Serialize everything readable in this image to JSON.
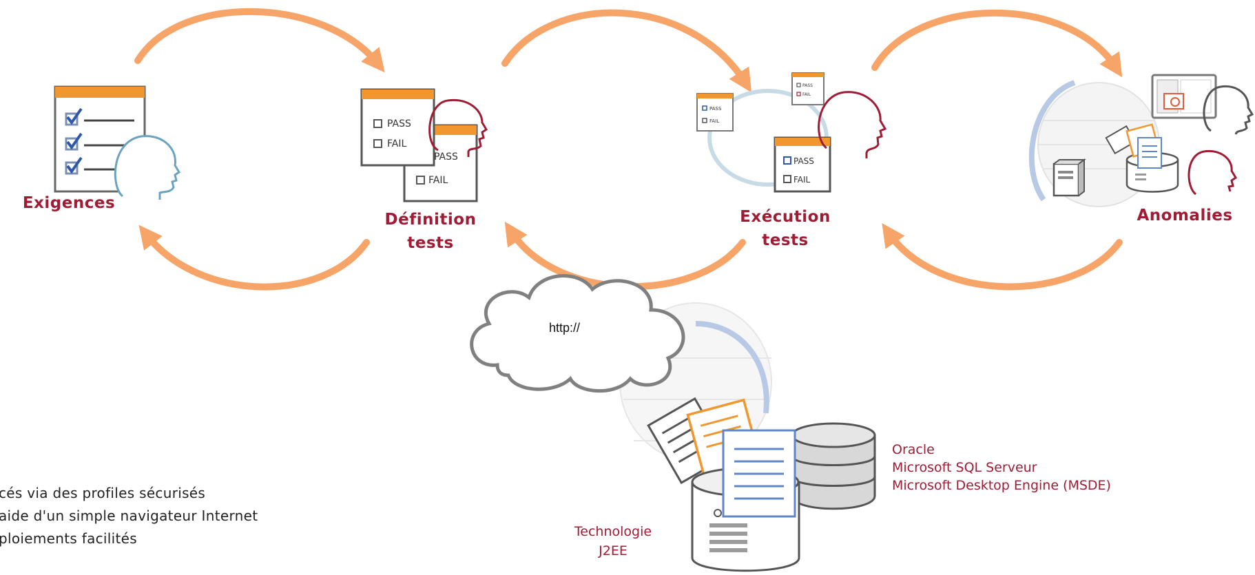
{
  "stages": [
    {
      "id": "exigences",
      "label": "Exigences"
    },
    {
      "id": "definition",
      "line1": "Définition",
      "line2": "tests"
    },
    {
      "id": "execution",
      "line1": "Exécution",
      "line2": "tests"
    },
    {
      "id": "anomalies",
      "label": "Anomalies"
    }
  ],
  "cards": {
    "pass": "PASS",
    "fail": "FAIL"
  },
  "cloud_text": "http://",
  "databases": [
    "Oracle",
    "Microsoft SQL Serveur",
    "Microsoft Desktop Engine (MSDE)"
  ],
  "technology": {
    "line1": "Technologie",
    "line2": "J2EE"
  },
  "features": [
    "cés via des profiles sécurisés",
    "aide d'un simple navigateur Internet",
    "ploiements facilités"
  ],
  "colors": {
    "arrow": "#f7a469",
    "label": "#a01c35",
    "ring": "#b8c9e6",
    "head_blue": "#6aa3c2",
    "head_red": "#a01c35",
    "card_header": "#f2962e"
  }
}
